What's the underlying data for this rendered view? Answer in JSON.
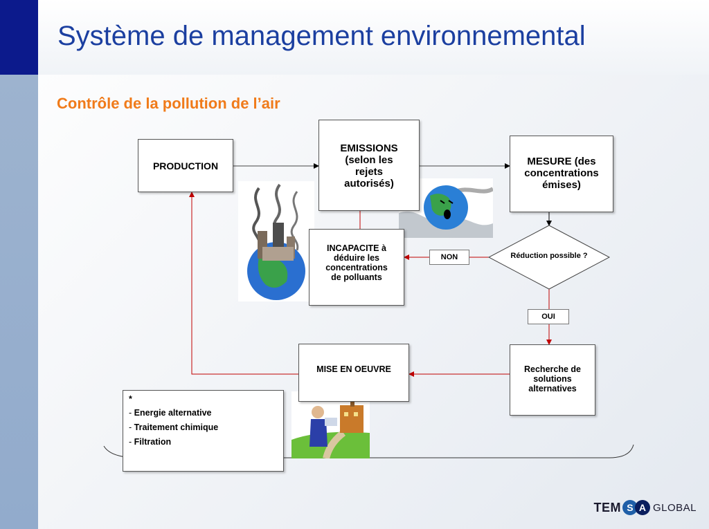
{
  "header": {
    "title": "Système de management environnemental",
    "subtitle": "Contrôle de la pollution de l’air"
  },
  "flowchart": {
    "production": "PRODUCTION",
    "emissions": [
      "EMISSIONS",
      "(selon les",
      "rejets",
      "autorisés)"
    ],
    "mesure": [
      "MESURE (des",
      "concentrations",
      "émises)"
    ],
    "decision": "Réduction possible ?",
    "non_label": "NON",
    "oui_label": "OUI",
    "incapacite": [
      "INCAPACITE à",
      "déduire les",
      "concentrations",
      "de polluants"
    ],
    "mise_en_oeuvre": "MISE EN OEUVRE",
    "recherche": [
      "Recherche de",
      "solutions",
      "alternatives"
    ]
  },
  "notes": {
    "star": "*",
    "items": [
      "Energie alternative",
      "Traitement chimique",
      "Filtration"
    ],
    "dash": "-"
  },
  "footer": {
    "logo_left": "TEM",
    "logo_s": "S",
    "logo_a": "A",
    "logo_right": "GLOBAL"
  },
  "colors": {
    "title": "#1b3fa0",
    "subtitle": "#f07b1a",
    "arrow_red": "#c00000",
    "arrow_black": "#000000"
  },
  "icons": [
    "polluting-factory-globe-icon",
    "crying-earth-smog-icon",
    "person-factory-icon"
  ]
}
